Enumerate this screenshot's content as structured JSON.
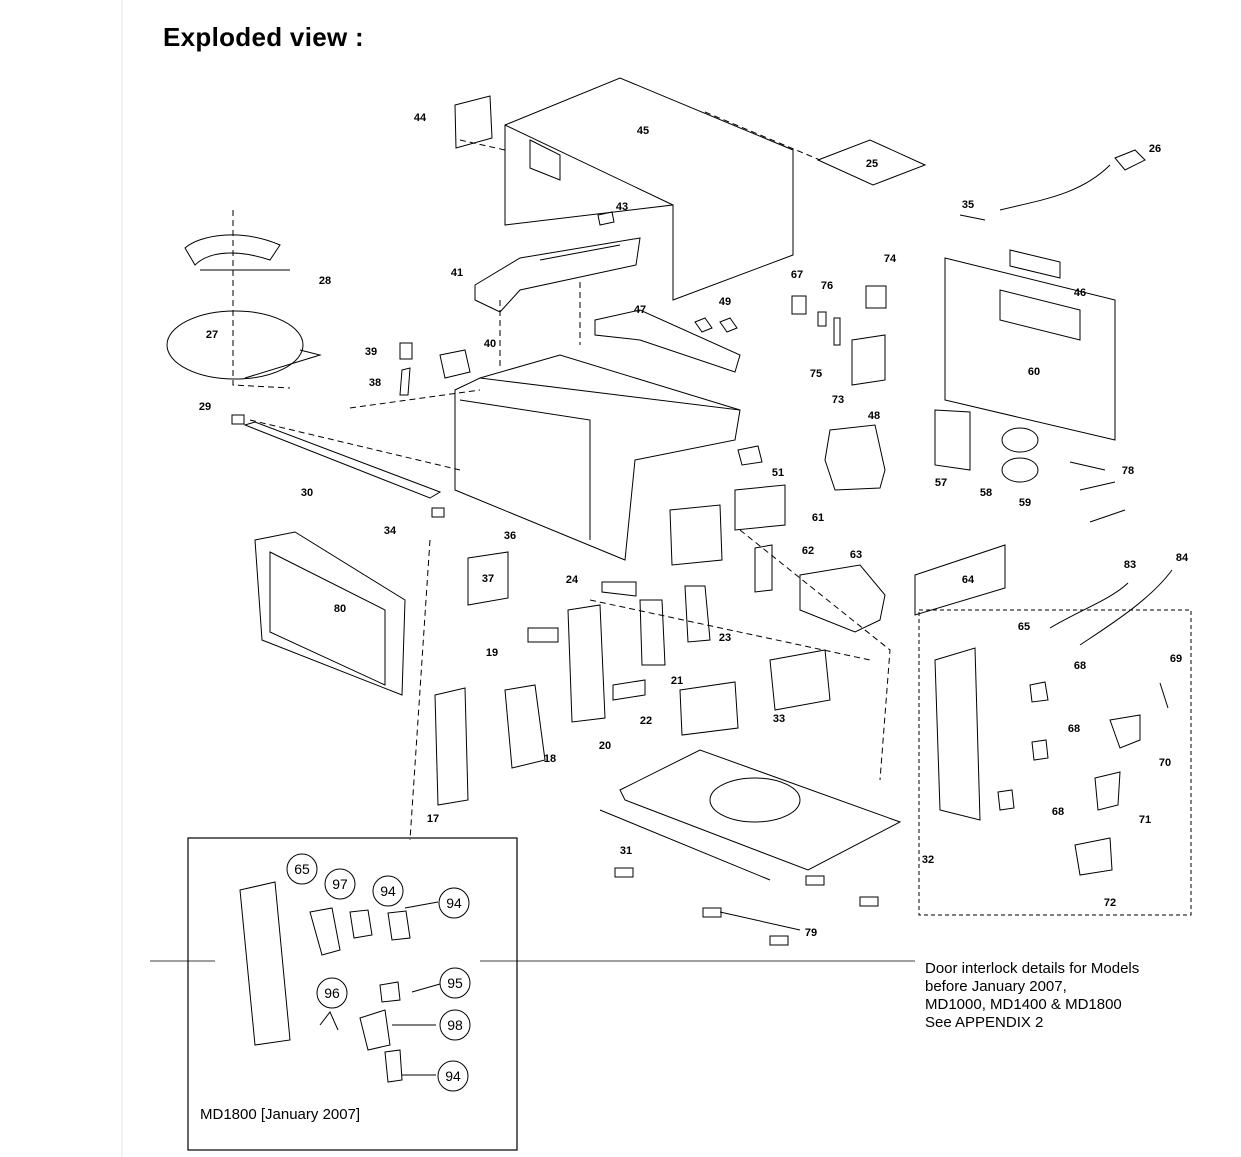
{
  "title": "Exploded view :",
  "note": {
    "lines": [
      "Door interlock details for Models",
      "before January 2007,",
      "MD1000, MD1400 & MD1800",
      "See APPENDIX 2"
    ]
  },
  "inset": {
    "caption": "MD1800 [January 2007]",
    "circled_labels": [
      "65",
      "97",
      "94",
      "94",
      "96",
      "95",
      "98",
      "94"
    ]
  },
  "part_labels": [
    "44",
    "45",
    "25",
    "26",
    "35",
    "43",
    "41",
    "28",
    "27",
    "39",
    "40",
    "38",
    "47",
    "49",
    "67",
    "76",
    "74",
    "46",
    "75",
    "73",
    "60",
    "29",
    "48",
    "30",
    "51",
    "57",
    "58",
    "59",
    "78",
    "34",
    "36",
    "61",
    "62",
    "63",
    "37",
    "83",
    "84",
    "24",
    "64",
    "80",
    "23",
    "65",
    "19",
    "21",
    "69",
    "68",
    "33",
    "22",
    "68",
    "20",
    "18",
    "70",
    "71",
    "68",
    "17",
    "31",
    "32",
    "72",
    "79"
  ]
}
